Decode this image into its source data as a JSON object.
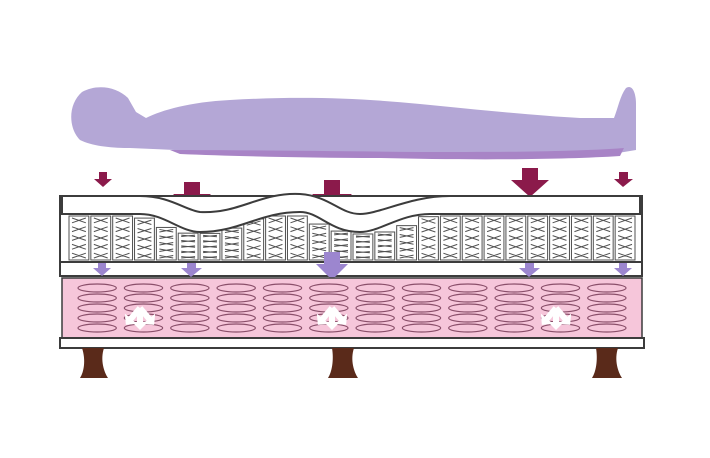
{
  "diagram": {
    "colors": {
      "body": "#b4a7d6",
      "body_shadow": "#a884c6",
      "arrow_top": "#8b1a4b",
      "arrow_mid": "#9c86cf",
      "arrow_white": "#ffffff",
      "pocket_coil": "#505050",
      "frame_outline": "#3c3c3c",
      "foam_base": "#f6c6da",
      "base_coil": "#8a4f6a",
      "leg": "#5a2a1a",
      "background": "#ffffff"
    },
    "icons": [
      "person-silhouette-icon",
      "pressure-arrow-icon",
      "pocket-spring-icon",
      "coil-spring-icon",
      "bed-leg-icon"
    ],
    "load_levels": {
      "feet": "small",
      "shoulders": "large",
      "hips": "large",
      "knees": "large",
      "head": "small"
    }
  }
}
